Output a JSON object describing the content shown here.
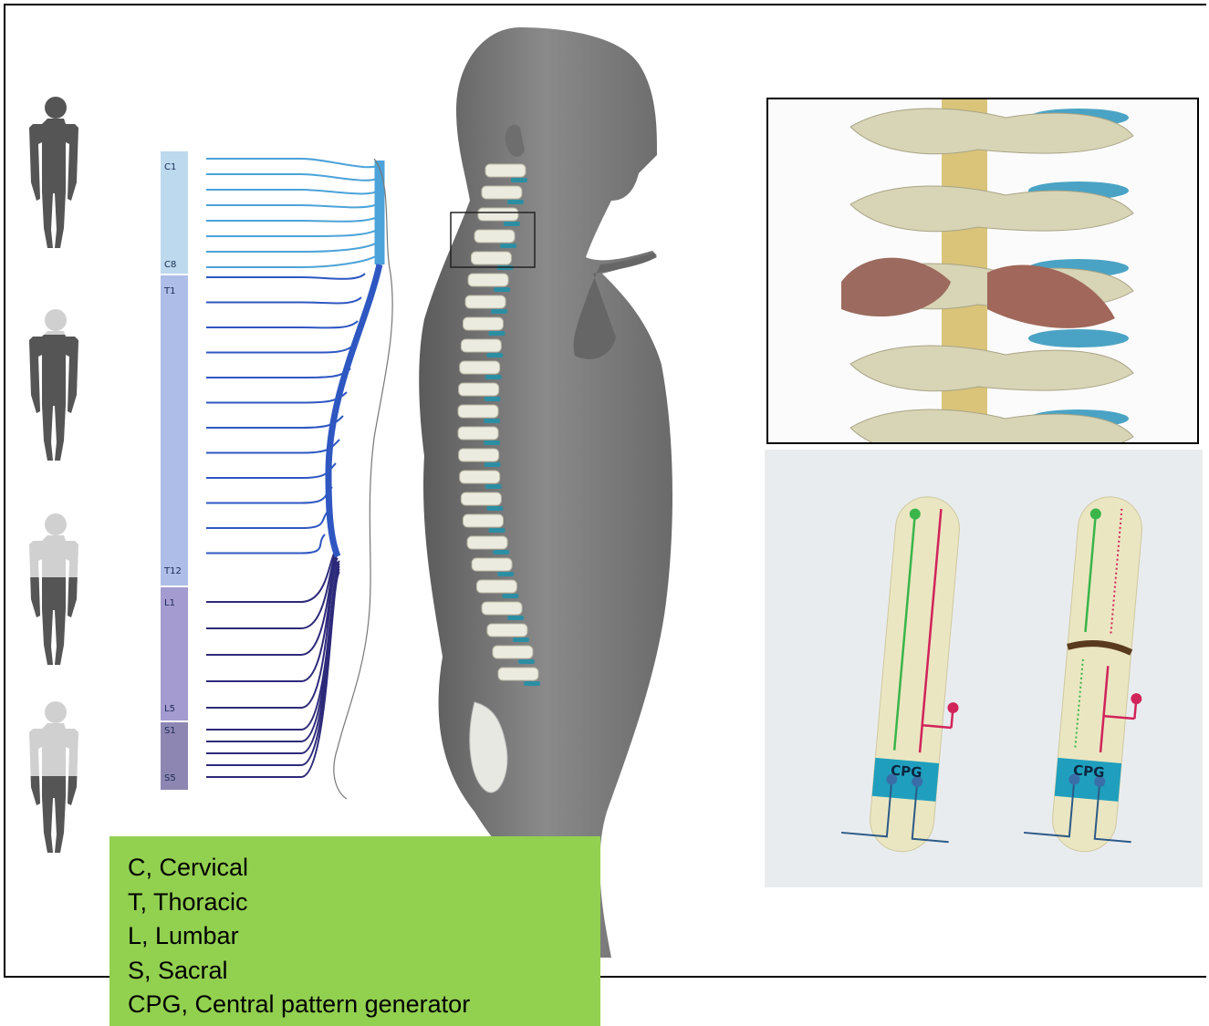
{
  "segments": {
    "c_top": "C1",
    "c_bottom": "C8",
    "t_top": "T1",
    "t_bottom": "T12",
    "l_top": "L1",
    "l_bottom": "L5",
    "s_top": "S1",
    "s_bottom": "S5"
  },
  "cpg_labels": {
    "left": "CPG",
    "right": "CPG"
  },
  "legend": {
    "items": [
      "C, Cervical",
      "T, Thoracic",
      "L, Lumbar",
      "S, Sacral",
      "CPG, Central pattern generator"
    ]
  },
  "colors": {
    "cervical": "#4ba3d9",
    "thoracic": "#2f57c2",
    "lumbosacral": "#2d2a7a",
    "legend_bg": "#92d050",
    "cpg_band": "#1f9fbd",
    "motor_pathway": "#3ab54a",
    "sensory_pathway": "#d0245a"
  }
}
